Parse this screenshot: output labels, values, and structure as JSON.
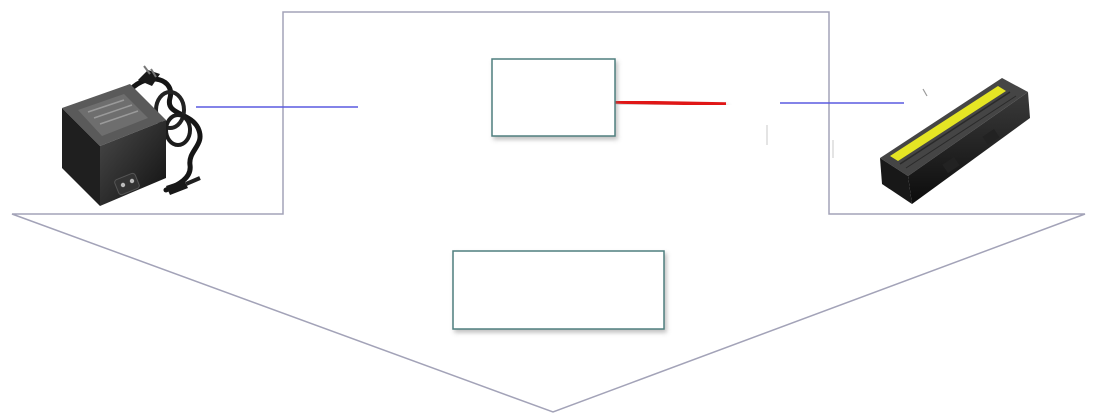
{
  "diagram": {
    "nodes": [
      {
        "id": "ac-adapter",
        "kind": "image",
        "icon": "laptop-ac-adapter-icon"
      },
      {
        "id": "center-box",
        "kind": "empty-box",
        "label": ""
      },
      {
        "id": "battery",
        "kind": "image",
        "icon": "laptop-battery-icon"
      },
      {
        "id": "bottom-box",
        "kind": "empty-box",
        "label": ""
      }
    ],
    "links": [
      {
        "from": "ac-adapter",
        "to": "center-box",
        "segments": [
          "blue",
          "red"
        ]
      },
      {
        "from": "center-box",
        "to": "battery",
        "segments": [
          "red",
          "blue"
        ]
      }
    ],
    "colors": {
      "outline": "#a3a3b8",
      "box_border": "#4f7f7f",
      "blue_wire": "#5a5ae0",
      "red_wire": "#e01818",
      "battery_stripe": "#e5e524"
    }
  }
}
